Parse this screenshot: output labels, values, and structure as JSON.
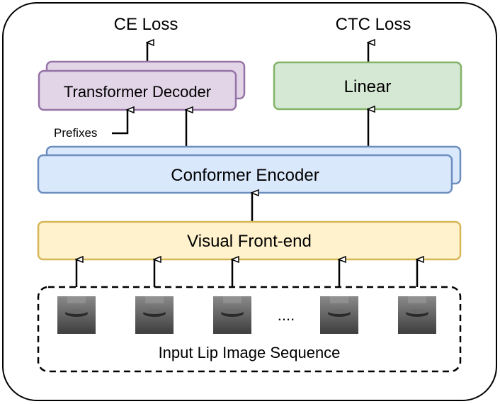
{
  "diagram": {
    "losses": {
      "ce": "CE Loss",
      "ctc": "CTC Loss"
    },
    "blocks": {
      "decoder": "Transformer Decoder",
      "linear": "Linear",
      "encoder": "Conformer Encoder",
      "frontend": "Visual Front-end"
    },
    "prefixes_label": "Prefixes",
    "ellipsis": "....",
    "input_label": "Input Lip Image Sequence"
  },
  "colors": {
    "decoder_fill": "#e1d5e7",
    "decoder_stroke": "#9673a6",
    "linear_fill": "#d5e8d4",
    "linear_stroke": "#82b366",
    "encoder_fill": "#dae8fc",
    "encoder_stroke": "#6c8ebf",
    "frontend_fill": "#fff2cc",
    "frontend_stroke": "#d6b656"
  }
}
